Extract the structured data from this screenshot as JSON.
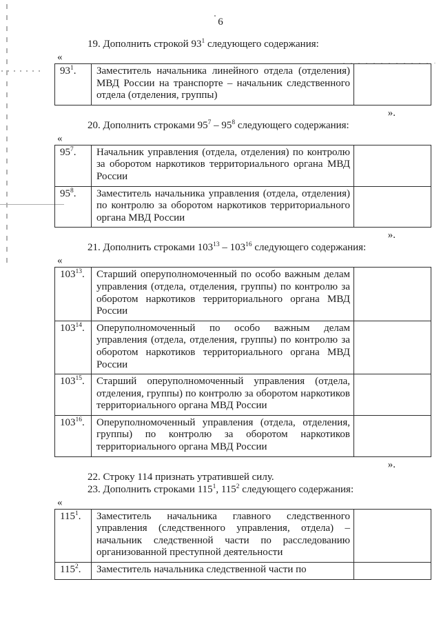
{
  "page": {
    "number": "6"
  },
  "marks": {
    "open": "«",
    "close": "»."
  },
  "sections": [
    {
      "heading_parts": [
        {
          "text": "19. Дополнить строкой 93"
        },
        {
          "text": "1",
          "sup": true
        },
        {
          "text": " следующего содержания:"
        }
      ],
      "table": {
        "rows": [
          {
            "num": "93",
            "sup": "1",
            "suffix": ".",
            "text": "Заместитель начальника линейного отдела (отделения) МВД России на транспорте – начальник следственного отдела (отделения, группы)"
          }
        ]
      }
    },
    {
      "heading_parts": [
        {
          "text": "20. Дополнить строками 95"
        },
        {
          "text": "7",
          "sup": true
        },
        {
          "text": " – 95"
        },
        {
          "text": "8",
          "sup": true
        },
        {
          "text": " следующего содержания:"
        }
      ],
      "table": {
        "rows": [
          {
            "num": "95",
            "sup": "7",
            "suffix": ".",
            "text": "Начальник управления (отдела, отделения) по контролю за оборотом наркотиков территориального органа МВД России"
          },
          {
            "num": "95",
            "sup": "8",
            "suffix": ".",
            "text": "Заместитель начальника управления (отдела, отделения) по контролю за оборотом наркотиков территориального органа МВД России"
          }
        ]
      }
    },
    {
      "heading_parts": [
        {
          "text": "21. Дополнить строками 103"
        },
        {
          "text": "13",
          "sup": true
        },
        {
          "text": " – 103"
        },
        {
          "text": "16",
          "sup": true
        },
        {
          "text": " следующего содержания:"
        }
      ],
      "table": {
        "rows": [
          {
            "num": "103",
            "sup": "13",
            "suffix": ".",
            "text": "Старший оперуполномоченный по особо важным делам управления (отдела, отделения, группы) по контролю за оборотом наркотиков территориального органа МВД России"
          },
          {
            "num": "103",
            "sup": "14",
            "suffix": ".",
            "text": "Оперуполномоченный по особо важным делам управления (отдела, отделения, группы) по контролю за оборотом наркотиков территориального органа МВД России"
          },
          {
            "num": "103",
            "sup": "15",
            "suffix": ".",
            "text": "Старший оперуполномоченный управления (отдела, отделения, группы) по контролю за оборотом наркотиков территориального органа МВД России"
          },
          {
            "num": "103",
            "sup": "16",
            "suffix": ".",
            "text": "Оперуполномоченный управления (отдела, отделения, группы) по контролю за оборотом наркотиков территориального органа МВД России"
          }
        ]
      }
    },
    {
      "heading_parts": [
        {
          "text": "22. Строку 114 признать утратившей силу."
        }
      ]
    },
    {
      "heading_parts": [
        {
          "text": "23. Дополнить строками 115"
        },
        {
          "text": "1",
          "sup": true
        },
        {
          "text": ", 115"
        },
        {
          "text": "2",
          "sup": true
        },
        {
          "text": " следующего содержания:"
        }
      ],
      "table": {
        "rows": [
          {
            "num": "115",
            "sup": "1",
            "suffix": ".",
            "text": "Заместитель начальника главного следственного управления (следственного управления, отдела) – начальник следственной части по расследованию организованной преступной деятельности"
          },
          {
            "num": "115",
            "sup": "2",
            "suffix": ".",
            "text": "Заместитель начальника следственной части по"
          }
        ]
      }
    }
  ]
}
